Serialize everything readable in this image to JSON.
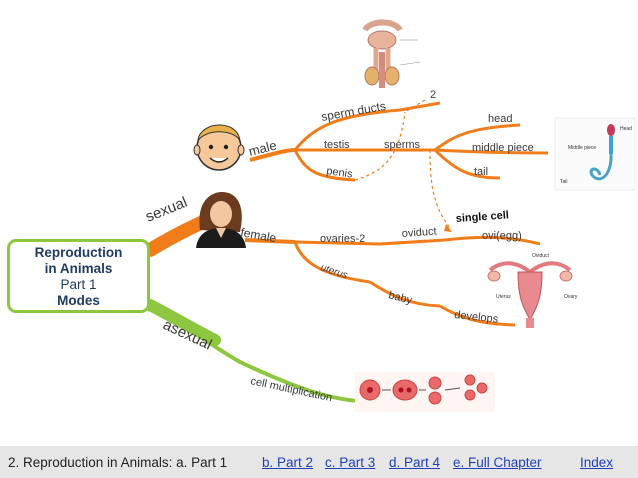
{
  "root": {
    "line1": "Reproduction",
    "line2": "in Animals",
    "line3": "Part 1",
    "line4": "Modes"
  },
  "nodes": {
    "sexual": "sexual",
    "asexual": "asexual",
    "male": "male",
    "female": "female",
    "testis": "testis",
    "penis": "penis",
    "sperm_ducts": "sperm ducts",
    "sperms": "sperms",
    "head": "head",
    "middle_piece": "middle piece",
    "tail": "tail",
    "ovaries": "ovaries-2",
    "oviduct": "oviduct",
    "single_cell": "single cell",
    "ovi_egg": "ovi(egg)",
    "uterus": "uterus",
    "baby": "baby",
    "develops": "develops",
    "cell_multiplication": "cell multiplication",
    "count_2": "2"
  },
  "figures": {
    "sperm_label_head": "Head",
    "sperm_label_middle": "Middle piece",
    "sperm_label_tail": "Tail",
    "ovary_label_oviduct": "Oviduct",
    "ovary_label_ovary": "Ovary",
    "ovary_label_uterus": "Uterus"
  },
  "colors": {
    "sexual_branch": "#f07d1a",
    "asexual_branch": "#8dc63f",
    "root_border": "#8dc63f",
    "footer_bg": "#e7e6e6",
    "link": "#1f3fbf"
  },
  "footer": {
    "current": "2. Reproduction in Animals: a. Part 1",
    "links": [
      "b. Part 2",
      "c. Part 3",
      "d. Part 4",
      "e. Full Chapter"
    ],
    "index": "Index"
  }
}
